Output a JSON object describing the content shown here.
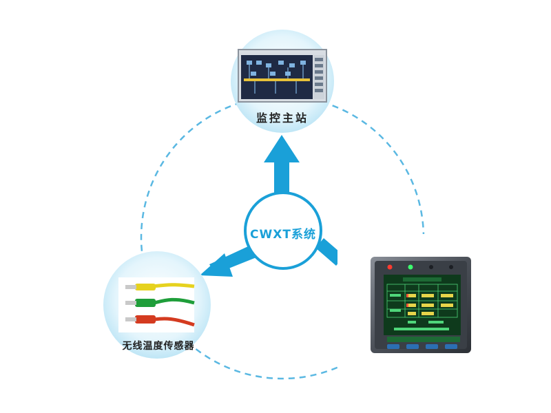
{
  "hub": {
    "label": "CWXT系统"
  },
  "nodes": {
    "monitoring_station": {
      "label": "监控主站"
    },
    "wireless_sensor": {
      "label": "无线温度传感器"
    },
    "display_terminal": {
      "label": ""
    }
  },
  "colors": {
    "accent": "#1aa0d8",
    "circle_fill": "#d6f0fb",
    "sensor_yellow": "#e6d21e",
    "sensor_green": "#1f9e3a",
    "sensor_red": "#d43b20",
    "device_screen": "#0e3a1c"
  }
}
